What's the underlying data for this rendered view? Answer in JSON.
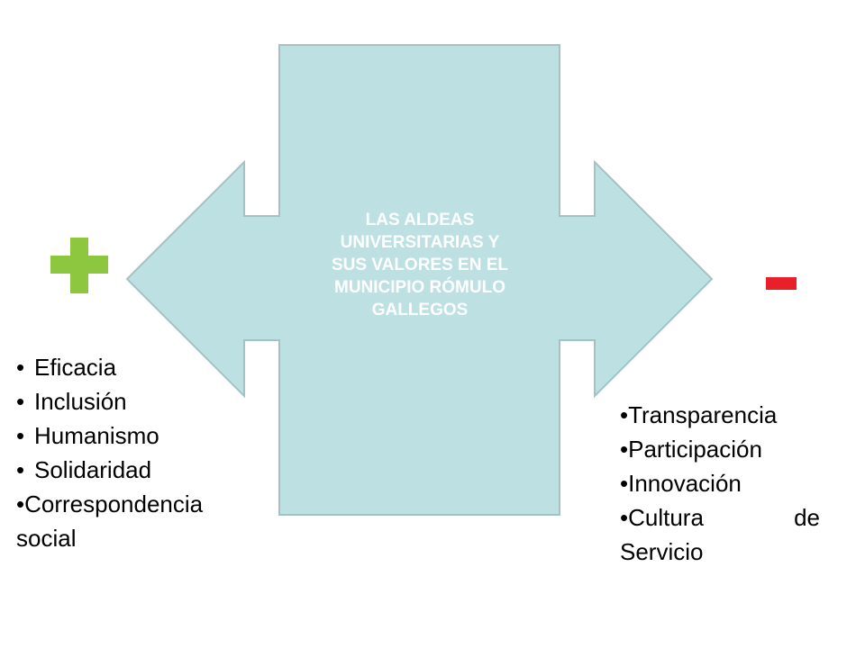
{
  "center": {
    "title_lines": [
      "LAS ALDEAS",
      "UNIVERSITARIAS Y",
      "SUS VALORES EN EL",
      "MUNICIPIO RÓMULO",
      "GALLEGOS"
    ]
  },
  "left": {
    "sign": "plus",
    "items": [
      {
        "bullet": "•",
        "text": "Eficacia"
      },
      {
        "bullet": "•",
        "text": "Inclusión"
      },
      {
        "bullet": "•",
        "text": "Humanismo"
      },
      {
        "bullet": "•",
        "text": "Solidaridad"
      },
      {
        "bullet": "•",
        "text": "Correspondencia",
        "continuation": "social"
      }
    ]
  },
  "right": {
    "sign": "minus",
    "items": [
      {
        "bullet": "•",
        "text": "Transparencia"
      },
      {
        "bullet": "•",
        "text": "Participación"
      },
      {
        "bullet": "•",
        "text": "Innovación"
      },
      {
        "bullet": "•",
        "text_left": "Cultura",
        "text_right": "de",
        "continuation": "Servicio"
      }
    ]
  },
  "colors": {
    "arrow_fill": "#bde1e3",
    "arrow_stroke": "#a4c2c4",
    "title_text": "#ffffff",
    "plus": "#8dc63f",
    "minus": "#e8202a",
    "list_text": "#000000"
  }
}
